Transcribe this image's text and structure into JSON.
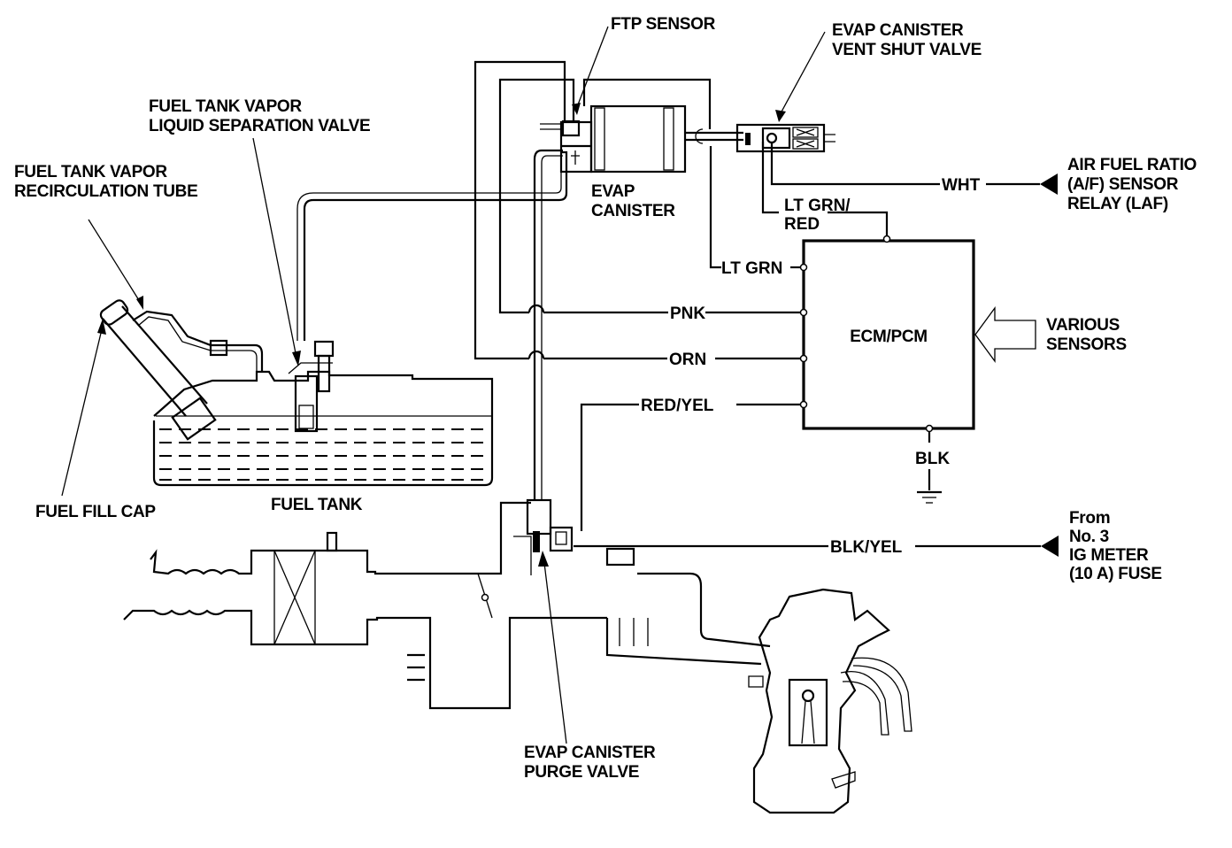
{
  "diagram": {
    "title": "EVAP system diagram",
    "labels": {
      "ftp_sensor": [
        "FTP SENSOR"
      ],
      "vent_shut_valve": [
        "EVAP CANISTER",
        "VENT SHUT VALVE"
      ],
      "separation_valve": [
        "FUEL TANK VAPOR",
        "LIQUID SEPARATION VALVE"
      ],
      "recirculation_tube": [
        "FUEL TANK VAPOR",
        "RECIRCULATION TUBE"
      ],
      "evap_canister": [
        "EVAP",
        "CANISTER"
      ],
      "af_sensor_relay": [
        "AIR FUEL RATIO",
        "(A/F) SENSOR",
        "RELAY (LAF)"
      ],
      "ecm": [
        "ECM/PCM"
      ],
      "various_sensors": [
        "VARIOUS",
        "SENSORS"
      ],
      "fuel_fill_cap": [
        "FUEL FILL CAP"
      ],
      "fuel_tank": [
        "FUEL TANK"
      ],
      "fuse": [
        "From",
        "No. 3",
        "IG METER",
        "(10 A) FUSE"
      ],
      "purge_valve": [
        "EVAP CANISTER",
        "PURGE VALVE"
      ]
    },
    "wires": {
      "wht": "WHT",
      "lt_grn_red": [
        "LT GRN/",
        "RED"
      ],
      "lt_grn": "LT GRN",
      "pnk": "PNK",
      "orn": "ORN",
      "red_yel": "RED/YEL",
      "blk": "BLK",
      "blk_yel": "BLK/YEL"
    }
  }
}
